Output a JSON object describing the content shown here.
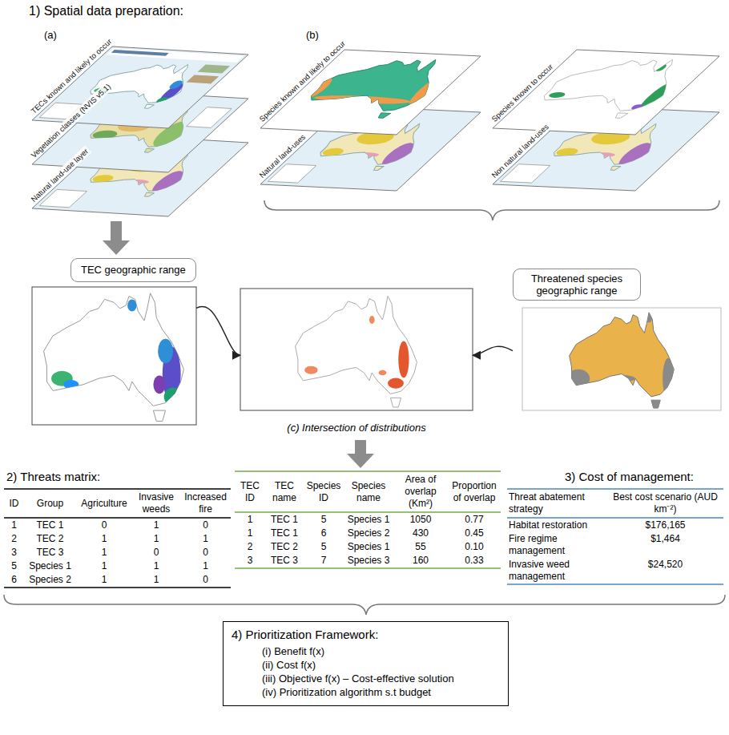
{
  "diagram": {
    "nodes": [
      {
        "text": [
          "TEC geographic range"
        ]
      },
      {
        "text": [
          "Threatened species geographic range"
        ]
      },
      {
        "text": [
          "(c) Intersection of distributions"
        ]
      },
      {
        "text": [
          "4) Prioritization Framework:",
          "(i) Benefit f(x)",
          "(ii) Cost f(x)",
          "(iii) Objective f(x) – Cost-effective solution",
          "(iv) Prioritization algorithm s.t budget"
        ]
      }
    ],
    "edges": [
      {
        "from": 0,
        "to": 2,
        "arrow": "to"
      },
      {
        "from": 1,
        "to": 2,
        "arrow": "to"
      }
    ],
    "labels": [
      "1) Spatial data preparation:",
      "(a)",
      "TECs known and likely to occur",
      "Vegetation classes (NVIS v5.1)",
      "Natural land-use layer",
      "(b)",
      "Species known and likely to occur",
      "Natural land-uses",
      "Species known to occur",
      "Non natural land-uses",
      "2) Threats matrix:",
      "ID",
      "Group",
      "Agriculture",
      "Invasive weeds",
      "Increased fire",
      "1",
      "TEC 1",
      "0",
      "1",
      "0",
      "2",
      "TEC 2",
      "1",
      "1",
      "1",
      "3",
      "TEC 3",
      "1",
      "0",
      "0",
      "5",
      "Species 1",
      "1",
      "1",
      "1",
      "6",
      "Species 2",
      "1",
      "1",
      "0",
      "TEC ID",
      "TEC name",
      "Species ID",
      "Species name",
      "Area of overlap (Km²)",
      "Proportion of overlap",
      "1",
      "TEC 1",
      "5",
      "Species 1",
      "1050",
      "0.77",
      "1",
      "TEC 1",
      "6",
      "Species 2",
      "430",
      "0.45",
      "2",
      "TEC 2",
      "5",
      "Species 1",
      "55",
      "0.10",
      "3",
      "TEC 3",
      "7",
      "Species 3",
      "160",
      "0.33",
      "3) Cost of management:",
      "Threat abatement strategy",
      "Best cost scenario (AUD km⁻²)",
      "Habitat restoration",
      "$176,165",
      "Fire regime management",
      "$1,464",
      "Invasive weed management",
      "$24,520"
    ]
  }
}
